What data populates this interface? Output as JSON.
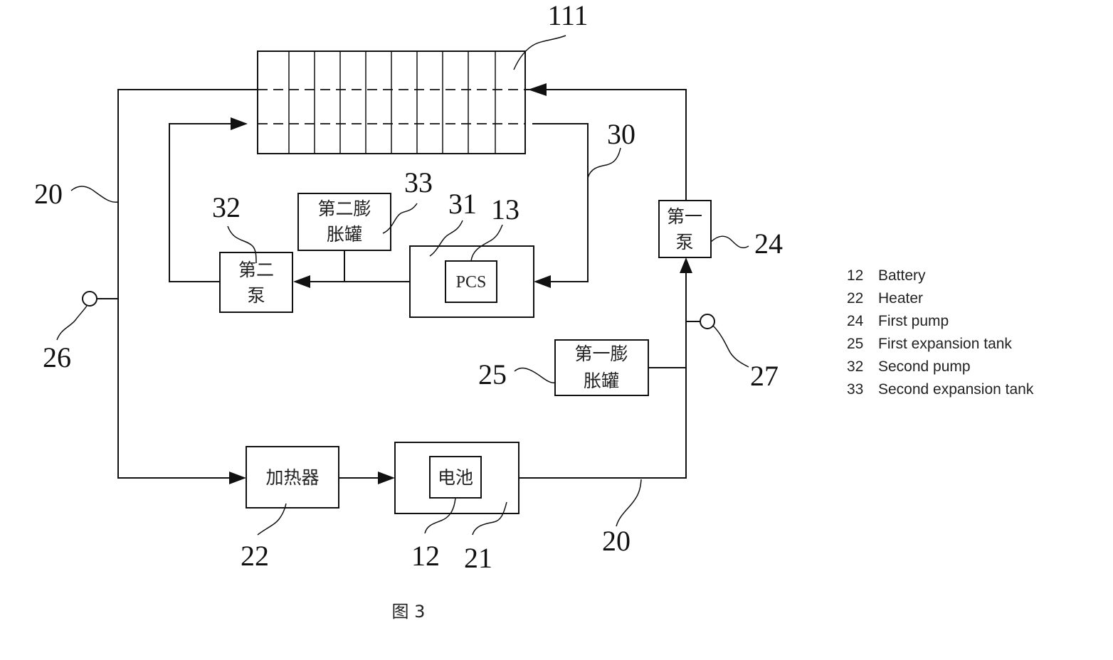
{
  "labels": {
    "radiator": "111",
    "loop_main_left": "20",
    "loop_main_bottom": "20",
    "loop_second": "30",
    "second_pump": "32",
    "second_tank": "33",
    "pcs_housing": "31",
    "pcs": "13",
    "first_pump": "24",
    "first_tank": "25",
    "sensor_left": "26",
    "sensor_right": "27",
    "heater": "22",
    "battery": "12",
    "battery_housing": "21"
  },
  "boxes": {
    "second_tank_line1": "第二膨",
    "second_tank_line2": "胀罐",
    "second_pump_line1": "第二",
    "second_pump_line2": "泵",
    "pcs": "PCS",
    "first_pump_line1": "第一",
    "first_pump_line2": "泵",
    "first_tank_line1": "第一膨",
    "first_tank_line2": "胀罐",
    "heater": "加热器",
    "battery": "电池"
  },
  "caption": "图 3",
  "legend": [
    {
      "num": "12",
      "text": "Battery"
    },
    {
      "num": "22",
      "text": "Heater"
    },
    {
      "num": "24",
      "text": "First pump"
    },
    {
      "num": "25",
      "text": "First expansion tank"
    },
    {
      "num": "32",
      "text": "Second pump"
    },
    {
      "num": "33",
      "text": "Second expansion tank"
    }
  ]
}
